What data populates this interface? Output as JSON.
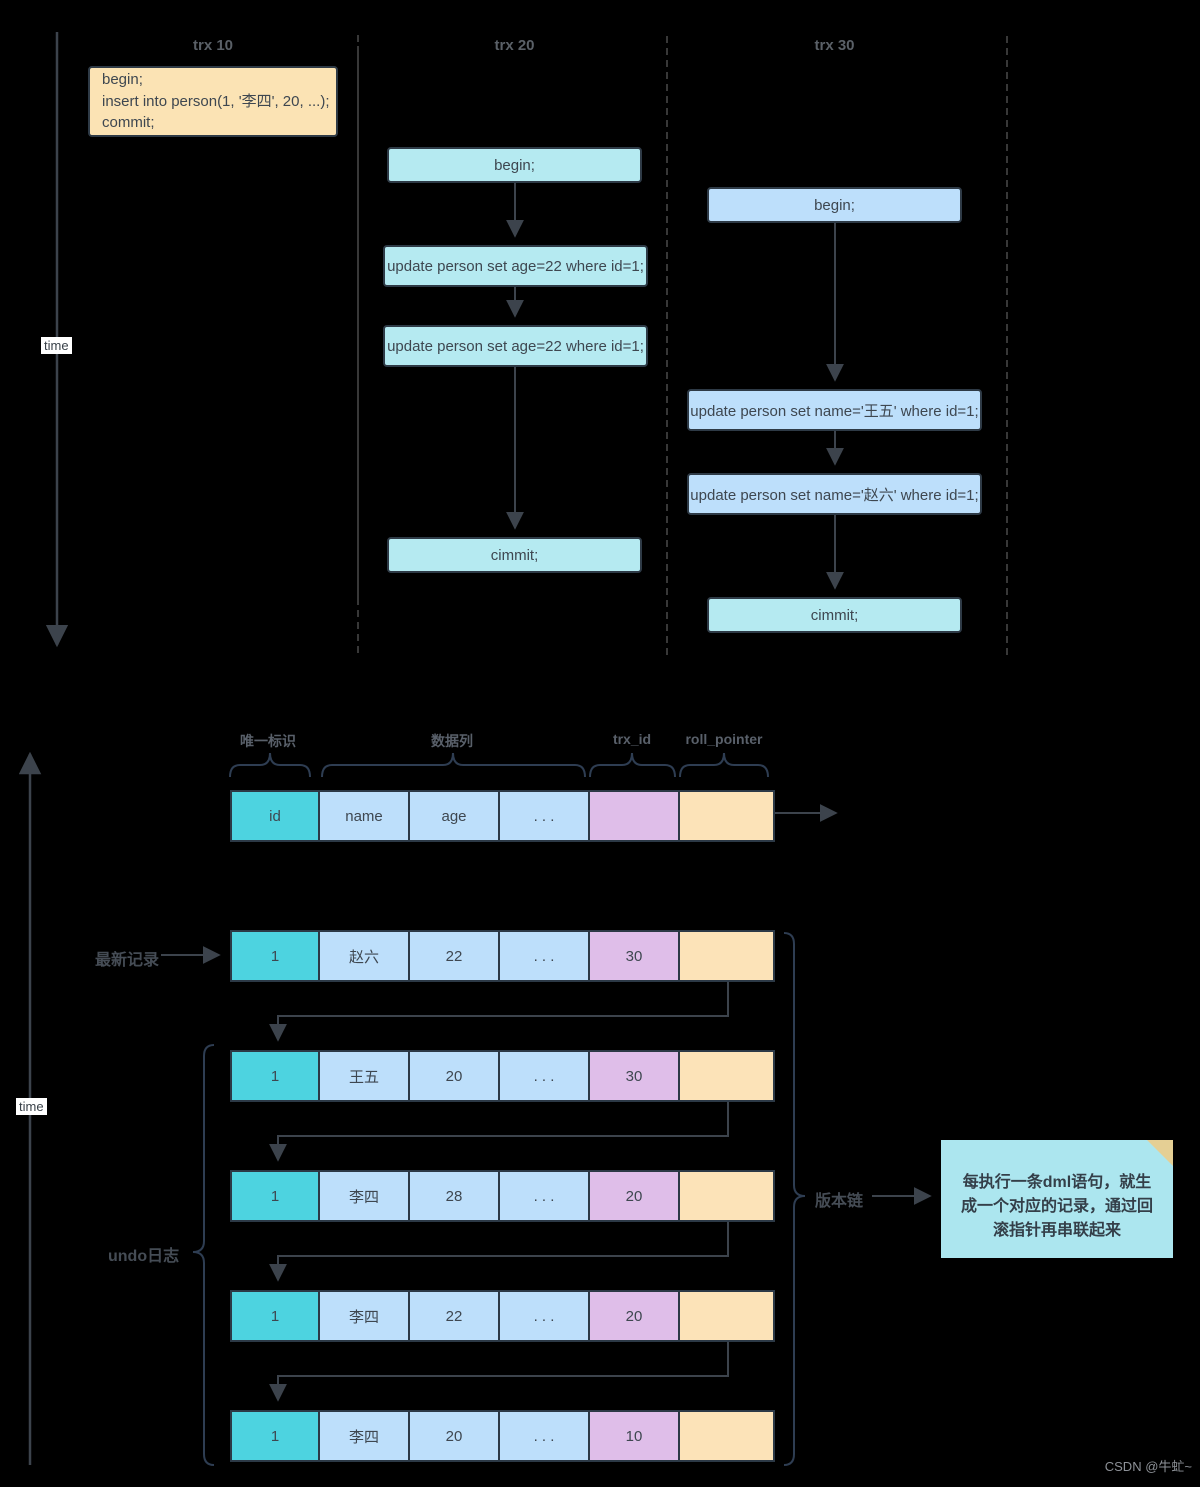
{
  "palette": {
    "background": "#000000",
    "peach_box": "#fbe3b4",
    "cyan_box": "#b5eaf1",
    "blue_box": "#bddffb",
    "teal_cell": "#4dd3e0",
    "plum_cell": "#dfbee9",
    "peach_cell": "#fce3b8",
    "note_bg": "#ace6ef",
    "note_fold": "#e5cf94",
    "line": "#3c434c"
  },
  "top": {
    "time_label": "time",
    "lanes": [
      {
        "title": "trx 10"
      },
      {
        "title": "trx 20"
      },
      {
        "title": "trx 30"
      }
    ],
    "trx10_lines": [
      "begin;",
      "insert into person(1, '李四', 20, ...);",
      "commit;"
    ],
    "trx20": {
      "begin": "begin;",
      "update1": "update person set age=22 where id=1;",
      "update2": "update person set age=22 where id=1;",
      "commit": "cimmit;"
    },
    "trx30": {
      "begin": "begin;",
      "update1": "update person set name='王五' where id=1;",
      "update2": "update person set name='赵六' where id=1;",
      "commit": "cimmit;"
    }
  },
  "bottom": {
    "time_label": "time",
    "column_group_labels": {
      "unique_id": "唯一标识",
      "data_columns": "数据列",
      "trx_id": "trx_id",
      "roll_pointer": "roll_pointer"
    },
    "header_cells": [
      "id",
      "name",
      "age",
      ". . ."
    ],
    "latest_record_label": "最新记录",
    "undo_log_label": "undo日志",
    "version_chain_label": "版本链",
    "note_text": "每执行一条dml语句，就生成一个对应的记录，通过回滚指针再串联起来",
    "rows": [
      [
        "1",
        "赵六",
        "22",
        ". . .",
        "30"
      ],
      [
        "1",
        "王五",
        "20",
        ". . .",
        "30"
      ],
      [
        "1",
        "李四",
        "28",
        ". . .",
        "20"
      ],
      [
        "1",
        "李四",
        "22",
        ". . .",
        "20"
      ],
      [
        "1",
        "李四",
        "20",
        ". . .",
        "10"
      ]
    ]
  },
  "watermark": "CSDN @牛虻~"
}
